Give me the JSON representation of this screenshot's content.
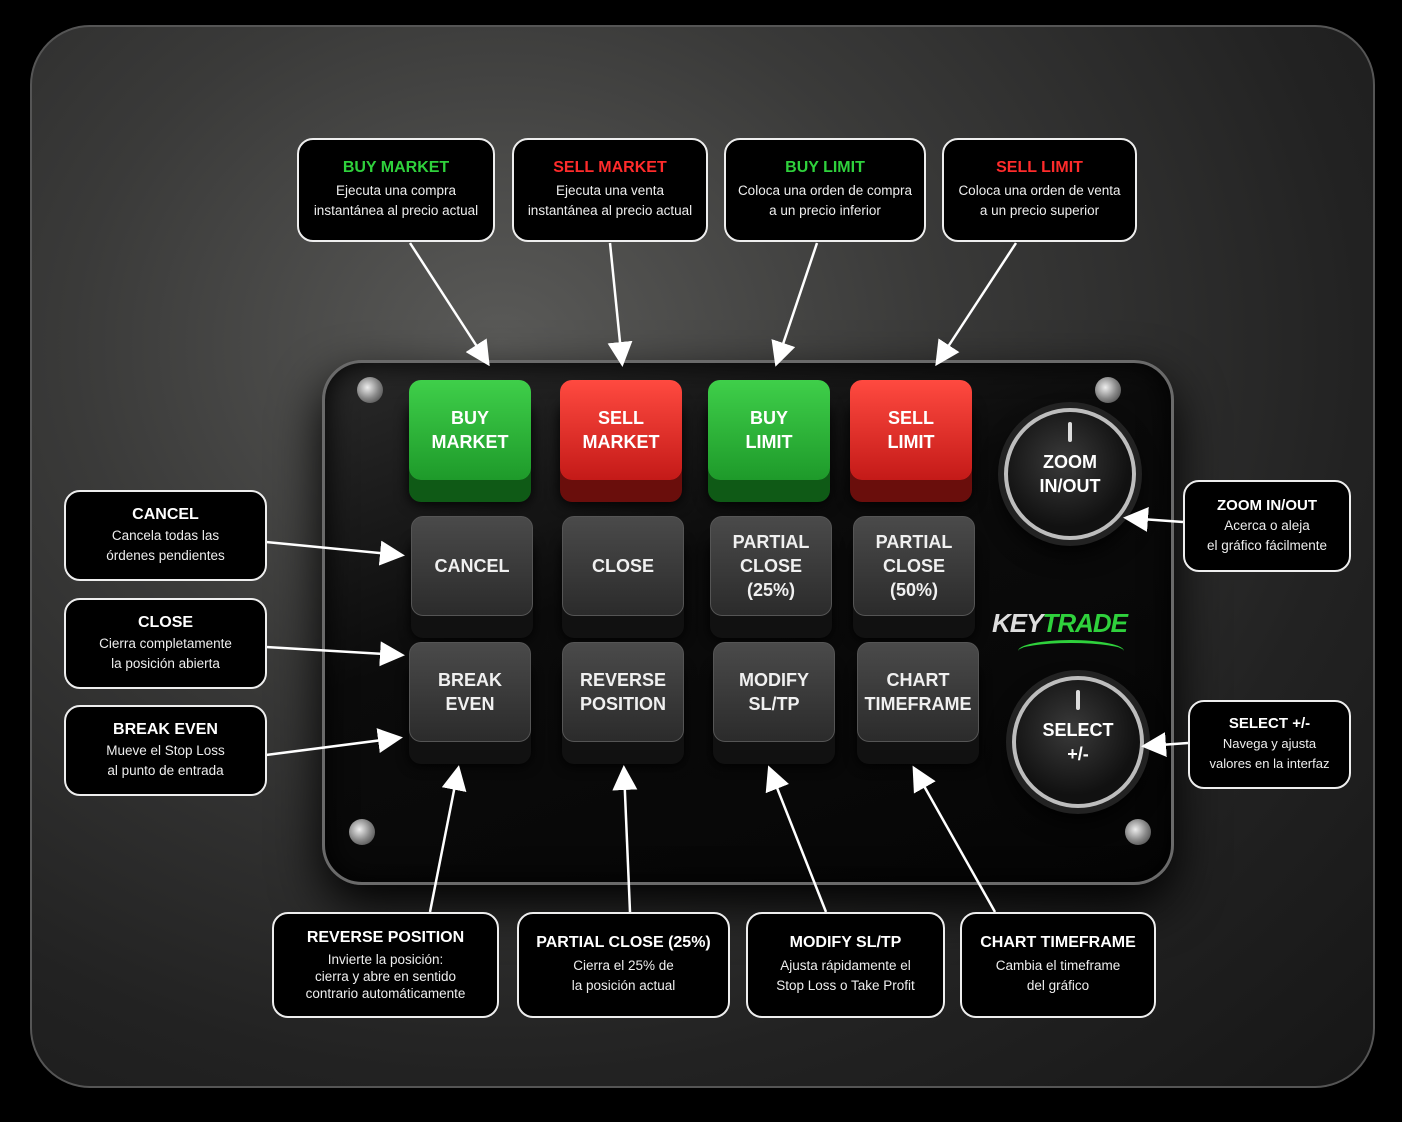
{
  "brand": {
    "part1": "KEY",
    "part2": "TRADE"
  },
  "keys": [
    {
      "label1": "BUY",
      "label2": "MARKET"
    },
    {
      "label1": "SELL",
      "label2": "MARKET"
    },
    {
      "label1": "BUY",
      "label2": "LIMIT"
    },
    {
      "label1": "SELL",
      "label2": "LIMIT"
    },
    {
      "label1": "CANCEL"
    },
    {
      "label1": "CLOSE"
    },
    {
      "label1": "PARTIAL",
      "label2": "CLOSE",
      "label3": "(25%)"
    },
    {
      "label1": "PARTIAL",
      "label2": "CLOSE",
      "label3": "(50%)"
    },
    {
      "label1": "BREAK",
      "label2": "EVEN"
    },
    {
      "label1": "REVERSE",
      "label2": "POSITION"
    },
    {
      "label1": "MODIFY",
      "label2": "SL/TP"
    },
    {
      "label1": "CHART",
      "label2": "TIMEFRAME"
    }
  ],
  "knobs": [
    {
      "label1": "ZOOM",
      "label2": "IN/OUT"
    },
    {
      "label1": "SELECT",
      "label2": "+/-"
    }
  ],
  "callouts": {
    "buy_market": {
      "title": "BUY MARKET",
      "l1": "Ejecuta una compra",
      "l2": "instantánea al precio actual"
    },
    "sell_market": {
      "title": "SELL MARKET",
      "l1": "Ejecuta una venta",
      "l2": "instantánea al precio actual"
    },
    "buy_limit": {
      "title": "BUY LIMIT",
      "l1": "Coloca una orden de compra",
      "l2": "a un precio inferior"
    },
    "sell_limit": {
      "title": "SELL LIMIT",
      "l1": "Coloca una orden de venta",
      "l2": "a un precio superior"
    },
    "cancel": {
      "title": "CANCEL",
      "l1": "Cancela todas las",
      "l2": "órdenes pendientes"
    },
    "close": {
      "title": "CLOSE",
      "l1": "Cierra completamente",
      "l2": "la posición abierta"
    },
    "break_even": {
      "title": "BREAK EVEN",
      "l1": "Mueve el Stop Loss",
      "l2": "al punto de entrada"
    },
    "zoom": {
      "title": "ZOOM IN/OUT",
      "l1": "Acerca o aleja",
      "l2": "el gráfico fácilmente"
    },
    "select": {
      "title": "SELECT +/-",
      "l1": "Navega y ajusta",
      "l2": "valores en la interfaz"
    },
    "reverse": {
      "title": "REVERSE POSITION",
      "l1": "Invierte la posición:",
      "l2": "cierra y abre en sentido",
      "l3": "contrario automáticamente"
    },
    "partial25": {
      "title": "PARTIAL CLOSE (25%)",
      "l1": "Cierra el 25% de",
      "l2": "la posición actual"
    },
    "modify": {
      "title": "MODIFY SL/TP",
      "l1": "Ajusta rápidamente el",
      "l2": "Stop Loss o Take Profit"
    },
    "timeframe": {
      "title": "CHART TIMEFRAME",
      "l1": "Cambia el timeframe",
      "l2": "del gráfico"
    }
  },
  "colors": {
    "green": "#2fd13c",
    "red": "#ff2b2b"
  }
}
